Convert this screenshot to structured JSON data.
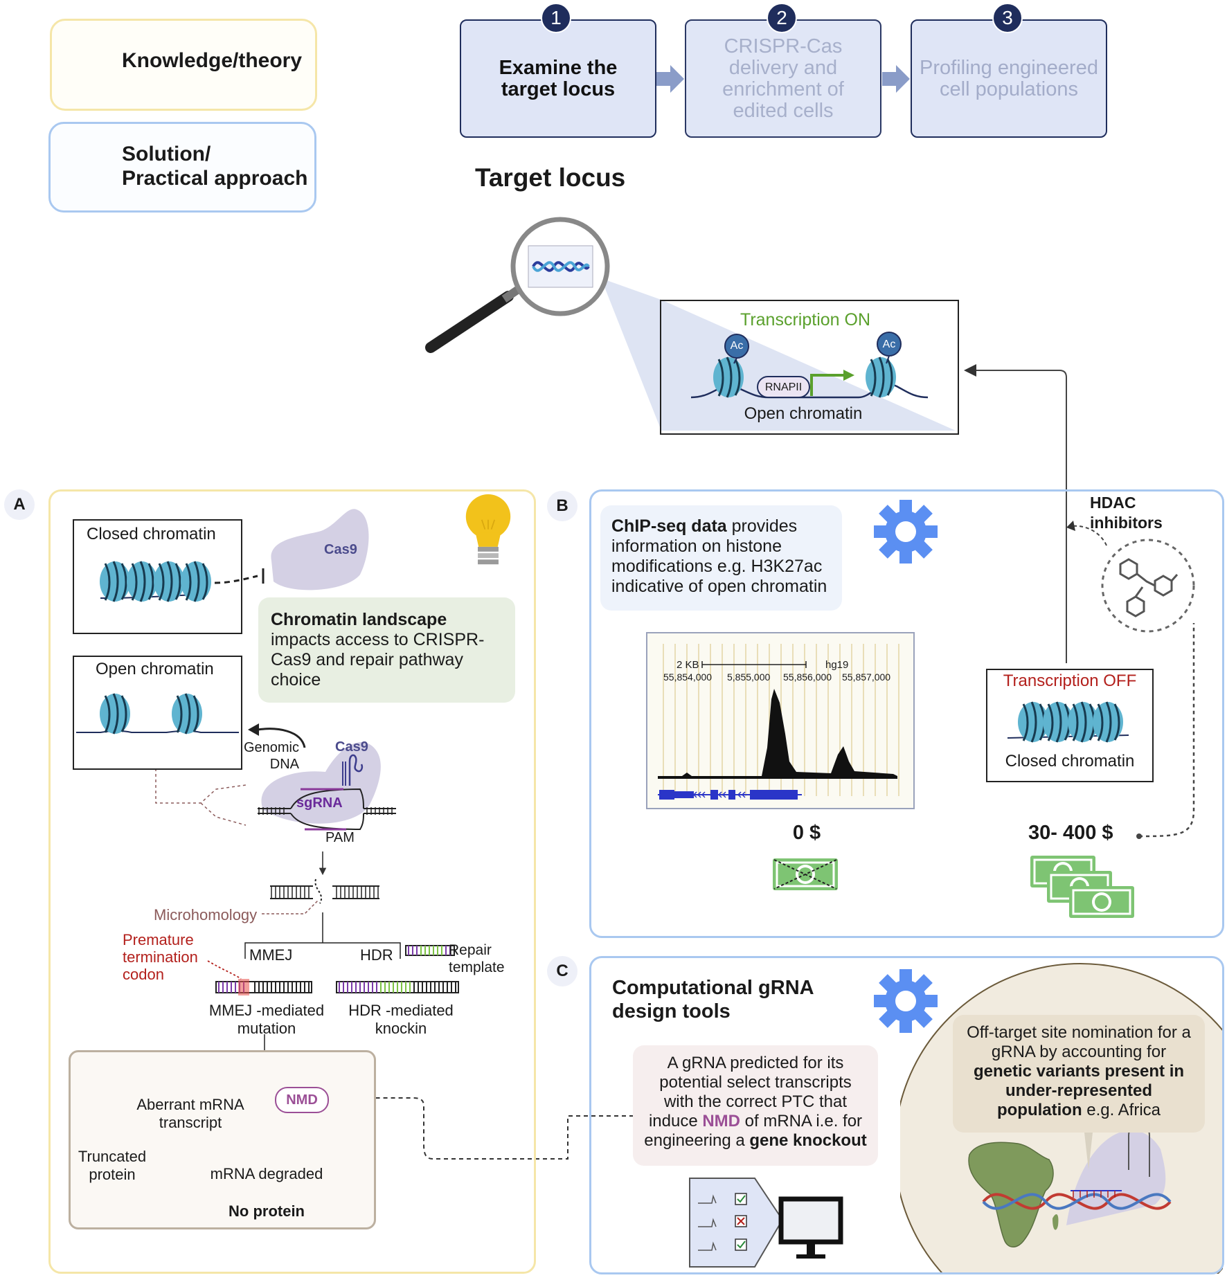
{
  "legend": {
    "knowledge_label": "Knowledge/theory",
    "solution_label": "Solution/\nPractical approach",
    "knowledge_icon": "lightbulb-icon",
    "solution_icon": "gear-icon"
  },
  "steps": [
    {
      "number": "1",
      "label": "Examine the\ntarget locus"
    },
    {
      "number": "2",
      "label": "CRISPR-Cas\ndelivery and\nenrichment of\nedited cells"
    },
    {
      "number": "3",
      "label": "Profiling engineered\ncell populations"
    }
  ],
  "target_locus_title": "Target locus",
  "top_inset": {
    "title": "Transcription ON",
    "ac1": "Ac",
    "ac2": "Ac",
    "rnapii": "RNAPII",
    "caption": "Open chromatin"
  },
  "panel_a": {
    "letter": "A",
    "closed_chromatin": "Closed chromatin",
    "open_chromatin": "Open chromatin",
    "cas9_top": "Cas9",
    "chromatin_note_bold": "Chromatin landscape",
    "chromatin_note_rest": " impacts access to CRISPR-Cas9 and repair pathway choice",
    "genomic_dna": "Genomic\nDNA",
    "cas9_complex": "Cas9",
    "sgrna": "sgRNA",
    "pam": "PAM",
    "microhomology": "Microhomology",
    "ptc": "Premature\ntermination\ncodon",
    "mmej": "MMEJ",
    "hdr": "HDR",
    "repair_template": "Repair\ntemplate",
    "mmej_result": "MMEJ -mediated\nmutation",
    "hdr_result": "HDR -mediated\nknockin",
    "aberrant": "Aberrant mRNA\ntranscript",
    "truncated": "Truncated\nprotein",
    "nmd": "NMD",
    "degraded": "mRNA degraded",
    "no_protein": "No protein"
  },
  "panel_b": {
    "letter": "B",
    "chip_bold": "ChIP-seq data",
    "chip_rest": " provides information on histone modifications e.g. H3K27ac indicative of open chromatin",
    "track_scale": "2 KB",
    "track_genome": "hg19",
    "track_coords": [
      "55,854,000",
      "5,855,000",
      "55,856,000",
      "55,857,000"
    ],
    "cost_free": "0 $",
    "cost_paid": "30- 400 $",
    "hdac": "HDAC\ninhibitors",
    "off_title": "Transcription OFF",
    "off_caption": "Closed chromatin"
  },
  "panel_c": {
    "letter": "C",
    "title": "Computational gRNA\ndesign tools",
    "gRNA_note_1": "A gRNA predicted for its potential select transcripts with the correct PTC that induce ",
    "gRNA_note_nmd": "NMD",
    "gRNA_note_2": " of mRNA i.e. for engineering a ",
    "gRNA_note_bold": "gene knockout",
    "offtarget_1": "Off-target site nomination for a gRNA by accounting for ",
    "offtarget_bold": "genetic variants present in under-represented population",
    "offtarget_2": " e.g. Africa"
  },
  "colors": {
    "legend_yellow": "#f5e6a8",
    "legend_blue": "#a9c8f0",
    "step_navy": "#1f2d5c",
    "step_fill": "#dfe5f6",
    "green_text": "#5aa02c",
    "red_text": "#b3201c",
    "purple": "#9b4f96",
    "nucleosome": "#5fb4d0",
    "gear_blue": "#5b8ff2"
  }
}
